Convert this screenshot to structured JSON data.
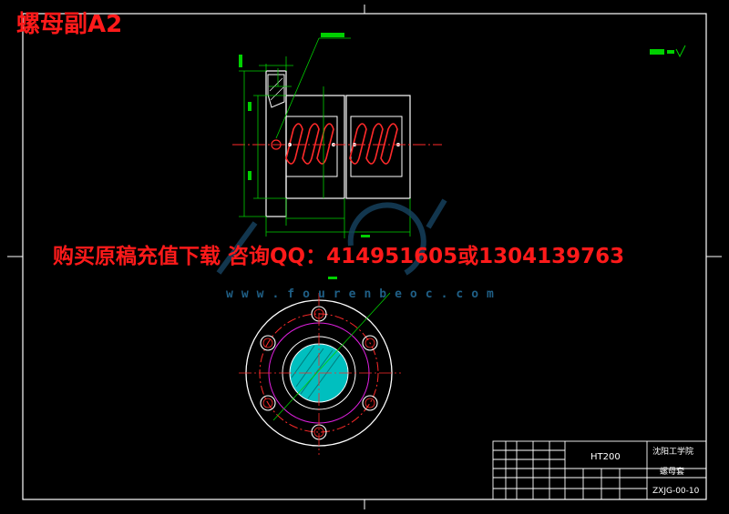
{
  "sheet_title": "螺母副A2",
  "ad_banner": "购买原稿充值下载 咨询QQ：414951605或1304139763",
  "watermark_url": "www.fourenbeoc.com",
  "title_block": {
    "material": "HT200",
    "school": "沈阳工学院",
    "part_name": "螺母套",
    "drawing_number": "ZXJG-00-10"
  },
  "colors": {
    "background": "#000000",
    "frame": "#ffffff",
    "part_outline": "#ffffff",
    "dimensions": "#00d000",
    "center_lines": "#ff2a2a",
    "hidden_features": "#e020e0",
    "overlay_text": "#ff1a1a"
  }
}
